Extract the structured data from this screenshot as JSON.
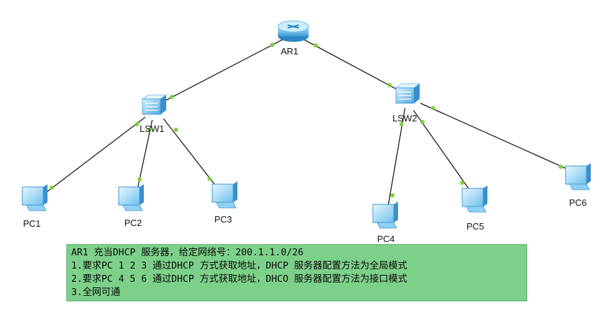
{
  "devices": {
    "router": "AR1",
    "switch1": "LSW1",
    "switch2": "LSW2",
    "pc1": "PC1",
    "pc2": "PC2",
    "pc3": "PC3",
    "pc4": "PC4",
    "pc5": "PC5",
    "pc6": "PC6"
  },
  "task": {
    "line0": "AR1 充当DHCP 服务器，给定网络号：200.1.1.0/26",
    "line1": "1.要求PC 1 2 3 通过DHCP 方式获取地址，DHCP 服务器配置方法为全局模式",
    "line2": "2.要求PC 4 5 6 通过DHCP 方式获取地址，DHCO 服务器配置方法为接口模式",
    "line3": "3.全网可通"
  },
  "colors": {
    "link": "#1a1a1a",
    "port_dot": "#7ccf3c",
    "device_blue": "#4aa3e0",
    "task_bg": "#7dd08a"
  }
}
